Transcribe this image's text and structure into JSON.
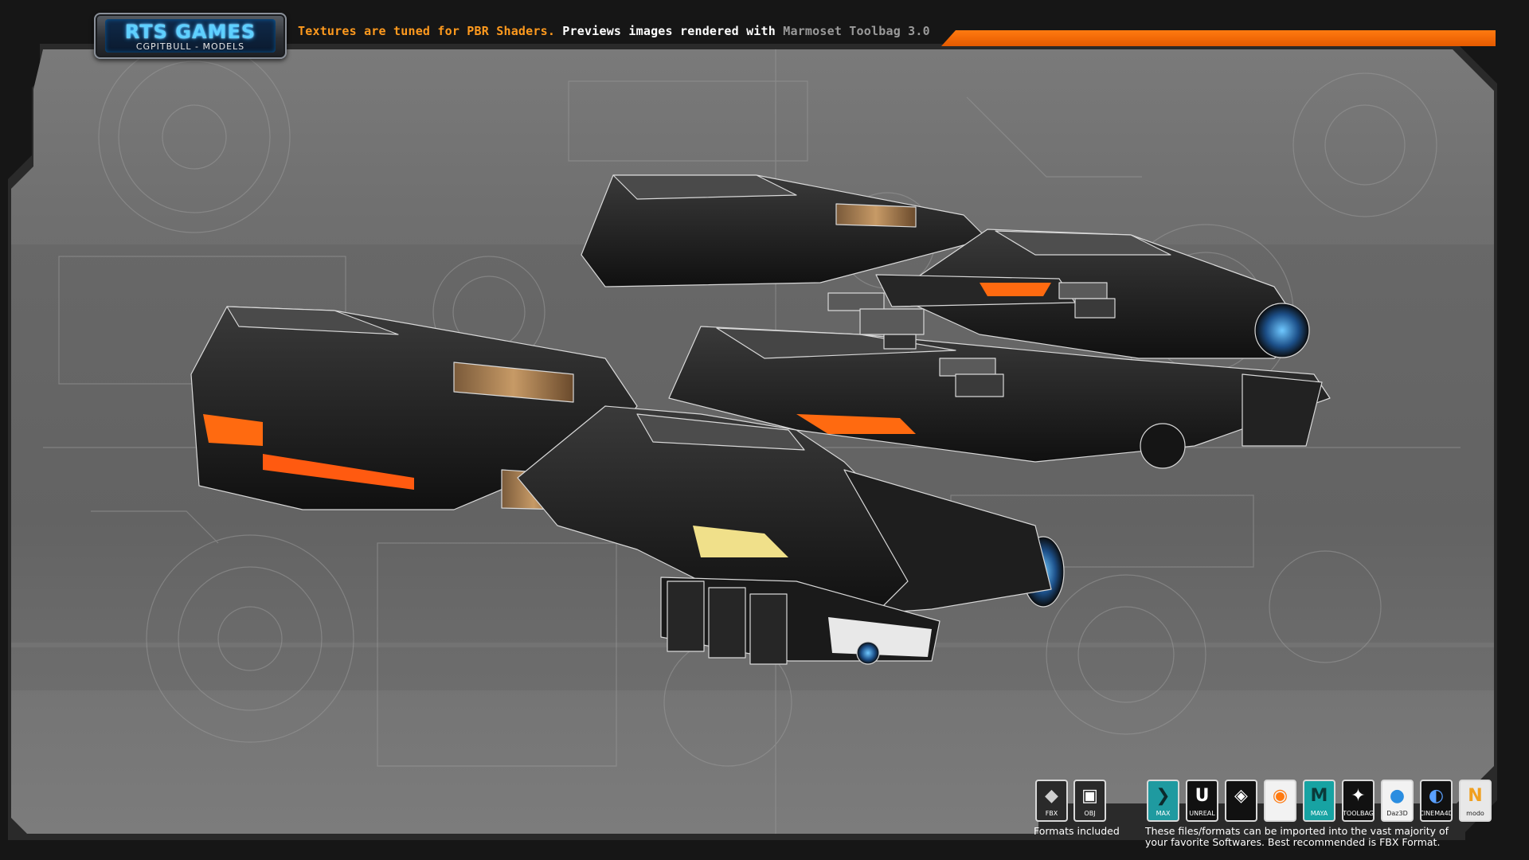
{
  "header": {
    "logo_title": "RTS GAMES",
    "logo_subtitle": "CGPITBULL - MODELS",
    "note_part1": "Textures are tuned for PBR Shaders.",
    "note_part2": " Previews images rendered with ",
    "note_part3": "Marmoset Toolbag 3.0"
  },
  "colors": {
    "accent_orange": "#ff7a10",
    "logo_blue": "#5ed0ff",
    "panel_gray": "#707070"
  },
  "formats": {
    "caption": "Formats included",
    "items": [
      {
        "name": "fbx-icon",
        "label": "FBX"
      },
      {
        "name": "obj-icon",
        "label": "OBJ"
      }
    ]
  },
  "software": {
    "caption_line1": "These files/formats can be imported into the vast majority of",
    "caption_line2": "your favorite Softwares. Best recommended is FBX Format.",
    "items": [
      {
        "name": "3ds-max-icon",
        "label": "MAX",
        "color": "#1f9aa0"
      },
      {
        "name": "unreal-engine-icon",
        "label": "UNREAL",
        "color": "#111111"
      },
      {
        "name": "unity-icon",
        "label": "",
        "color": "#111111"
      },
      {
        "name": "blender-icon",
        "label": "",
        "color": "#f2f2f2"
      },
      {
        "name": "maya-icon",
        "label": "MAYA",
        "color": "#17a3a3"
      },
      {
        "name": "marmoset-toolbag-icon",
        "label": "TOOLBAG",
        "color": "#111111"
      },
      {
        "name": "daz3d-icon",
        "label": "Daz3D",
        "color": "#f2f2f2"
      },
      {
        "name": "cinema4d-icon",
        "label": "CINEMA4D",
        "color": "#111111"
      },
      {
        "name": "modo-icon",
        "label": "modo",
        "color": "#e8e8e8"
      }
    ]
  }
}
